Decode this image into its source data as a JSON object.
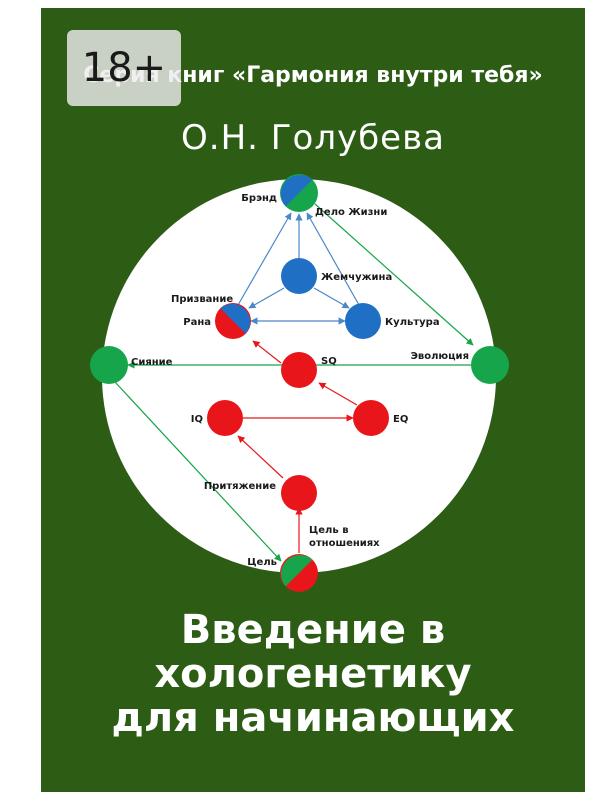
{
  "age_rating": "18+",
  "series": "Серия книг «Гармония внутри тебя»",
  "author": "О.Н. Голубева",
  "title_lines": [
    "Введение в",
    "хологенетику",
    "для начинающих"
  ],
  "diagram": {
    "brand": "Брэнд",
    "life_work": "Дело Жизни",
    "pearl": "Жемчужина",
    "calling": "Призвание",
    "wound": "Рана",
    "culture": "Культура",
    "radiance": "Сияние",
    "evolution": "Эволюция",
    "sq": "SQ",
    "iq": "IQ",
    "eq": "EQ",
    "attraction": "Притяжение",
    "goal_in_relationships": [
      "Цель в",
      "отношениях"
    ],
    "goal": "Цель"
  },
  "colors": {
    "background": "#2d5c15",
    "blue": "#1f6fc5",
    "red": "#e8161a",
    "green": "#16a54a"
  }
}
